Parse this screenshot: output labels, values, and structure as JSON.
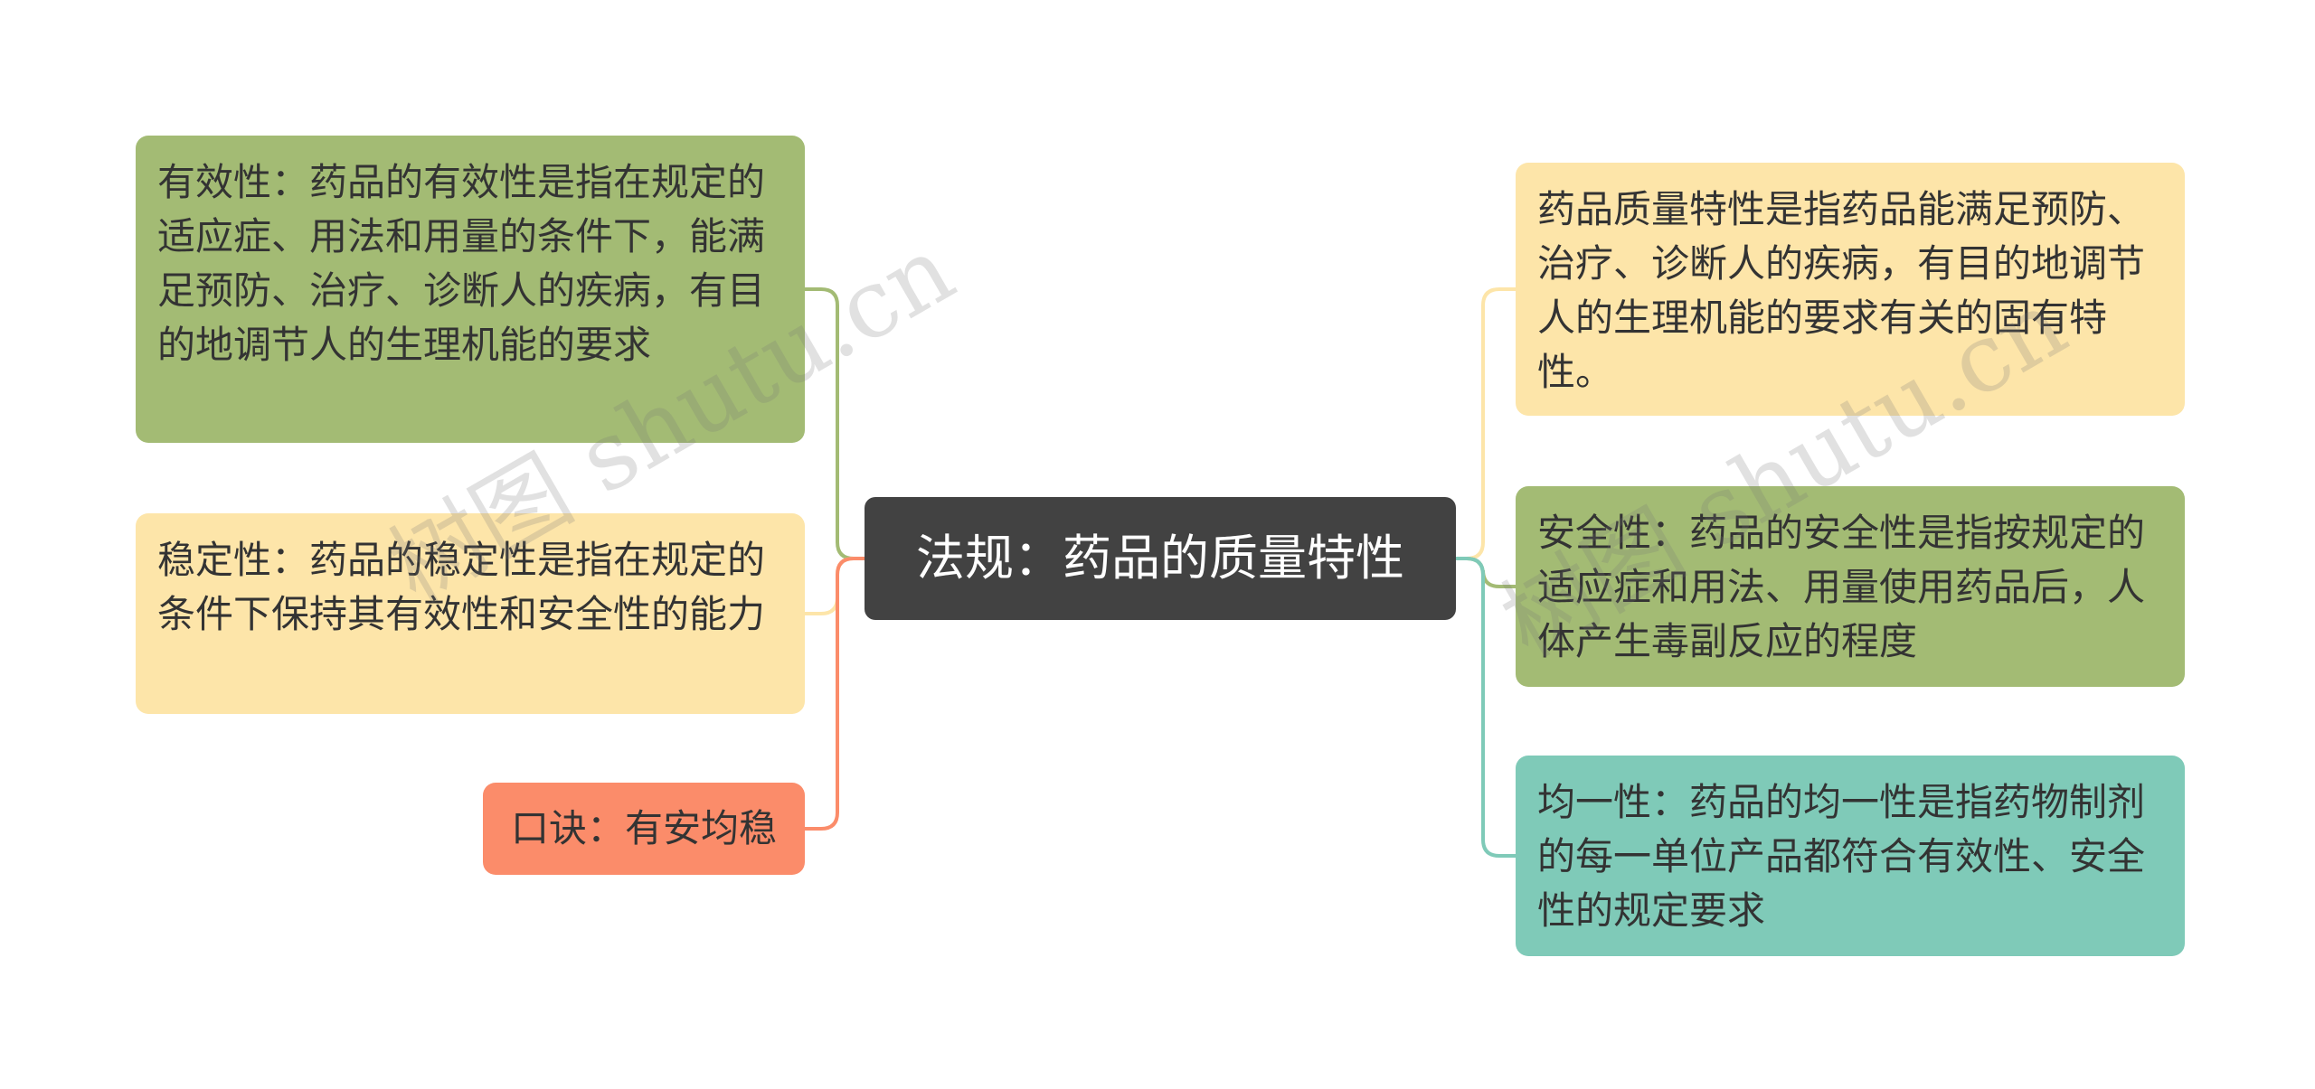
{
  "center": {
    "label": "法规：药品的质量特性"
  },
  "left": [
    {
      "id": "effectiveness",
      "text": "有效性：药品的有效性是指在规定的适应症、用法和用量的条件下，能满足预防、治疗、诊断人的疾病，有目的地调节人的生理机能的要求",
      "color": "#a3bb74"
    },
    {
      "id": "stability",
      "text": "稳定性：药品的稳定性是指在规定的条件下保持其有效性和安全性的能力",
      "color": "#fde5a9"
    },
    {
      "id": "mnemonic",
      "text": "口诀：有安均稳",
      "color": "#fb8c6a"
    }
  ],
  "right": [
    {
      "id": "definition",
      "text": "药品质量特性是指药品能满足预防、治疗、诊断人的疾病，有目的地调节人的生理机能的要求有关的固有特性。",
      "color": "#fde5a9"
    },
    {
      "id": "safety",
      "text": "安全性：药品的安全性是指按规定的适应症和用法、用量使用药品后，人体产生毒副反应的程度",
      "color": "#a3bb74"
    },
    {
      "id": "uniformity",
      "text": "均一性：药品的均一性是指药物制剂的每一单位产品都符合有效性、安全性的规定要求",
      "color": "#7fcab8"
    }
  ],
  "watermarks": [
    "树图 shutu.cn",
    "树图 shutu.cn"
  ]
}
